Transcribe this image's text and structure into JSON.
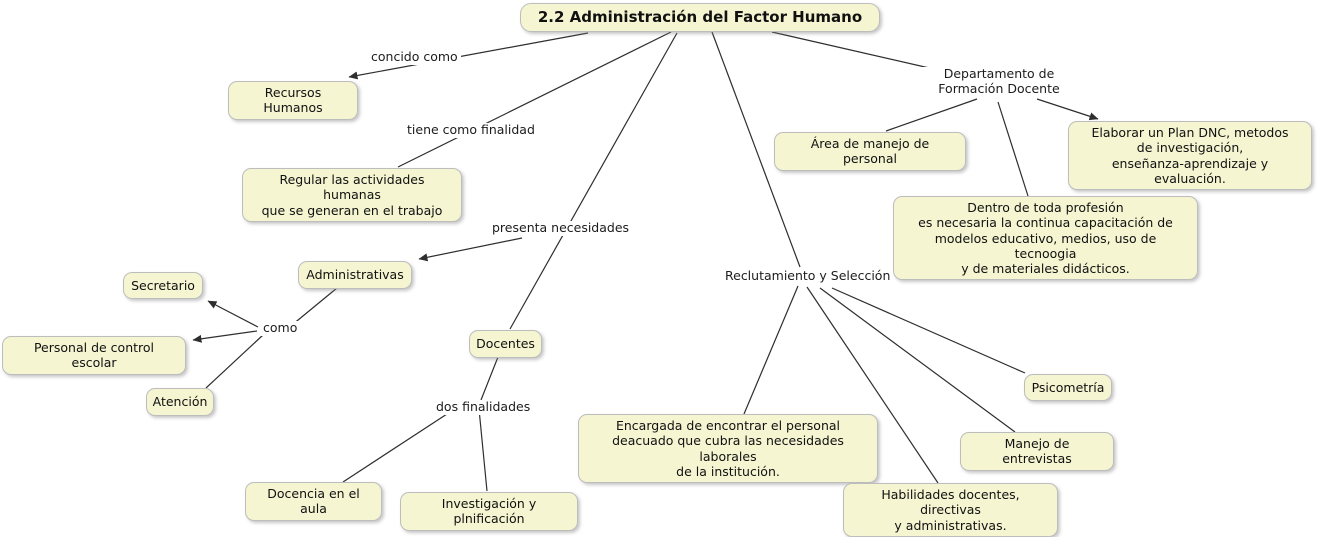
{
  "diagram": {
    "title": "2.2 Administración del Factor Humano",
    "concepts": {
      "recursos_humanos": "Recursos Humanos",
      "regular": "Regular las actividades humanas\nque se generan en el trabajo",
      "administrativas": "Administrativas",
      "secretario": "Secretario",
      "personal_control": "Personal de control escolar",
      "atencion": "Atención",
      "docentes": "Docentes",
      "docencia_aula": "Docencia en el aula",
      "investigacion": "Investigación y plnificación",
      "encargada": "Encargada de encontrar el personal\ndeacuado que cubra las necesidades laborales\nde la institución.",
      "habilidades": "Habilidades docentes, directivas\ny administrativas.",
      "manejo_entrevistas": "Manejo de entrevistas",
      "psicometria": "Psicometría",
      "area_manejo": "Área de manejo de personal",
      "elaborar": "Elaborar un Plan DNC, metodos\nde investigación,\nenseñanza-aprendizaje y evaluación.",
      "dentro": "Dentro de toda profesión\nes necesaria la continua capacitación de\nmodelos educativo, medios, uso de tecnoogia\ny de materiales didácticos."
    },
    "linking_phrases": {
      "concido_como": "concido como",
      "tiene_como_finalidad": "tiene como finalidad",
      "presenta_necesidades": "presenta necesidades",
      "como": "como",
      "dos_finalidades": "dos finalidades",
      "reclutamiento": "Reclutamiento y Selección",
      "departamento": "Departamento de\nFormación Docente"
    },
    "colors": {
      "background": "#ffffff",
      "node_fill": "#f5f5d2",
      "node_border": "#bdbdbd",
      "line": "#2e2e2e",
      "text": "#111111"
    }
  }
}
